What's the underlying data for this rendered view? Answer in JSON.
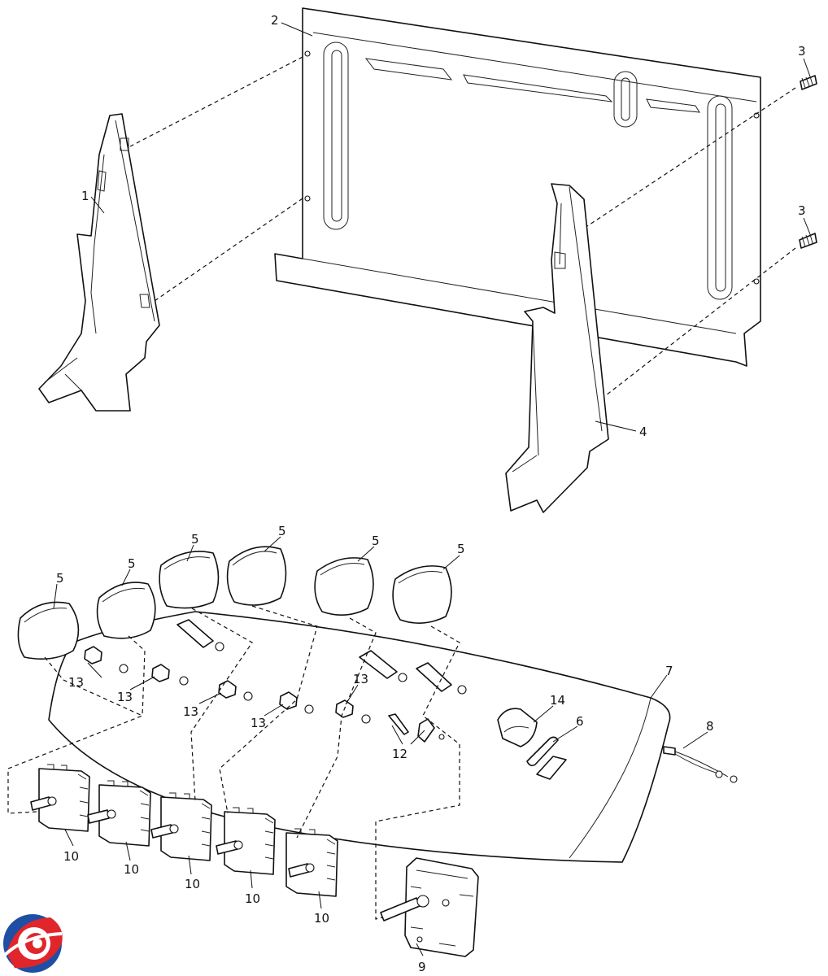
{
  "callouts": {
    "c1": "1",
    "c2": "2",
    "c3a": "3",
    "c3b": "3",
    "c4": "4",
    "c5a": "5",
    "c5b": "5",
    "c5c": "5",
    "c5d": "5",
    "c5e": "5",
    "c5f": "5",
    "c6": "6",
    "c7": "7",
    "c8": "8",
    "c9": "9",
    "c10a": "10",
    "c10b": "10",
    "c10c": "10",
    "c10d": "10",
    "c10e": "10",
    "c12": "12",
    "c13a": "13",
    "c13b": "13",
    "c13c": "13",
    "c13d": "13",
    "c13e": "13",
    "c14": "14"
  },
  "logo": {
    "name": "brand-logo",
    "colors": [
      "#1e4fa3",
      "#e0262b"
    ]
  }
}
